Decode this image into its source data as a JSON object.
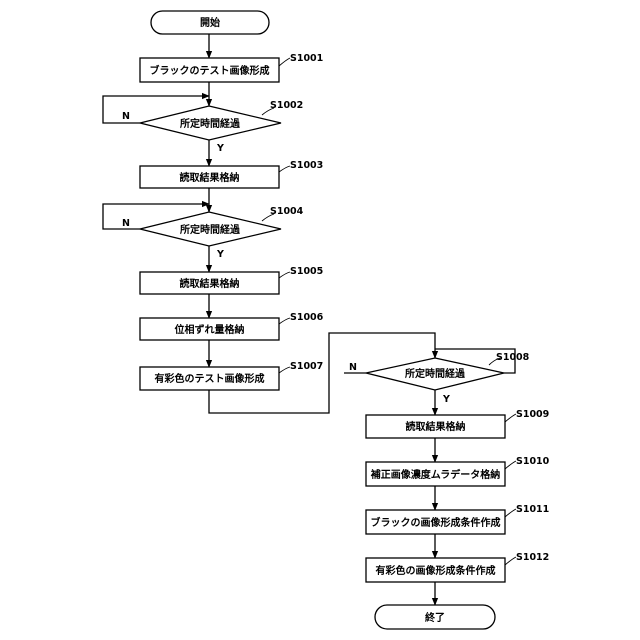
{
  "start": "開始",
  "end": "終了",
  "yes": "Y",
  "no": "N",
  "nodes": {
    "s1001": {
      "step": "S1001",
      "text": "ブラックのテスト画像形成"
    },
    "s1002": {
      "step": "S1002",
      "text": "所定時間経過"
    },
    "s1003": {
      "step": "S1003",
      "text": "読取結果格納"
    },
    "s1004": {
      "step": "S1004",
      "text": "所定時間経過"
    },
    "s1005": {
      "step": "S1005",
      "text": "読取結果格納"
    },
    "s1006": {
      "step": "S1006",
      "text": "位相ずれ量格納"
    },
    "s1007": {
      "step": "S1007",
      "text": "有彩色のテスト画像形成"
    },
    "s1008": {
      "step": "S1008",
      "text": "所定時間経過"
    },
    "s1009": {
      "step": "S1009",
      "text": "読取結果格納"
    },
    "s1010": {
      "step": "S1010",
      "text": "補正画像濃度ムラデータ格納"
    },
    "s1011": {
      "step": "S1011",
      "text": "ブラックの画像形成条件作成"
    },
    "s1012": {
      "step": "S1012",
      "text": "有彩色の画像形成条件作成"
    }
  }
}
